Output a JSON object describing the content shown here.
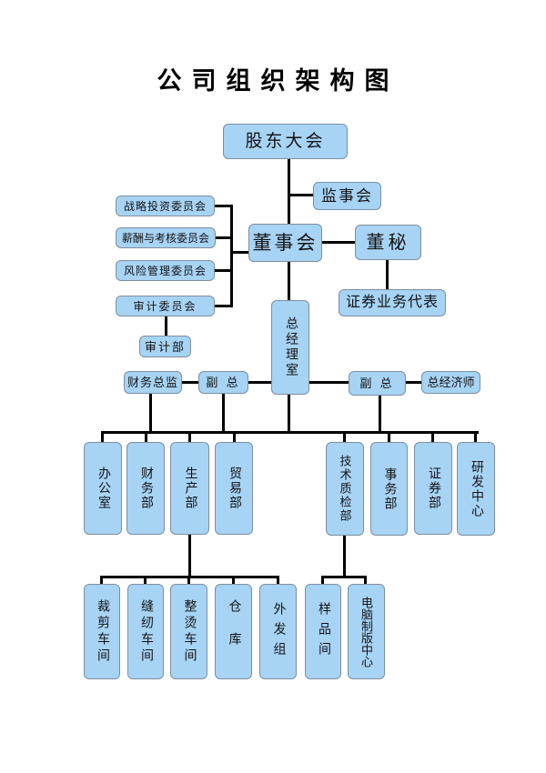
{
  "title": "公司组织架构图",
  "colors": {
    "box_fill": "#a7d3f5",
    "box_border": "#7e8fa0",
    "line": "#000000"
  },
  "nodes": {
    "shareholders": "股东大会",
    "supervisory_board": "监事会",
    "board_of_directors": "董事会",
    "board_secretary": "董秘",
    "securities_rep": "证券业务代表",
    "strategy_committee": "战略投资委员会",
    "compensation_committee": "薪酬与考核委员会",
    "risk_committee": "风险管理委员会",
    "audit_committee": "审计委员会",
    "audit_dept": "审计部",
    "cfo": "财务总监",
    "vice_gm_left": "副 总",
    "gm_office": "总经理室",
    "vice_gm_right": "副 总",
    "chief_economist": "总经济师",
    "office": "办公室",
    "finance_dept": "财务部",
    "production_dept": "生产部",
    "trade_dept": "贸易部",
    "qc_dept": "技术质检部",
    "affairs_dept": "事务部",
    "securities_dept": "证券部",
    "rd_center": "研发中心",
    "cutting_workshop": "裁剪车间",
    "sewing_workshop": "缝纫车间",
    "ironing_workshop": "整烫车间",
    "warehouse": "仓库",
    "outsourcing_group": "外发组",
    "sample_room": "样品间",
    "cad_center": "电脑制版中心"
  },
  "edges": [
    [
      "shareholders",
      "board_of_directors"
    ],
    [
      "shareholders",
      "supervisory_board"
    ],
    [
      "board_of_directors",
      "board_secretary"
    ],
    [
      "board_secretary",
      "securities_rep"
    ],
    [
      "board_of_directors",
      "strategy_committee"
    ],
    [
      "board_of_directors",
      "compensation_committee"
    ],
    [
      "board_of_directors",
      "risk_committee"
    ],
    [
      "board_of_directors",
      "audit_committee"
    ],
    [
      "audit_committee",
      "audit_dept"
    ],
    [
      "board_of_directors",
      "gm_office"
    ],
    [
      "gm_office",
      "cfo"
    ],
    [
      "gm_office",
      "vice_gm_left"
    ],
    [
      "gm_office",
      "vice_gm_right"
    ],
    [
      "vice_gm_right",
      "chief_economist"
    ],
    [
      "gm_office",
      "office"
    ],
    [
      "gm_office",
      "finance_dept"
    ],
    [
      "gm_office",
      "production_dept"
    ],
    [
      "gm_office",
      "trade_dept"
    ],
    [
      "gm_office",
      "qc_dept"
    ],
    [
      "gm_office",
      "affairs_dept"
    ],
    [
      "gm_office",
      "securities_dept"
    ],
    [
      "gm_office",
      "rd_center"
    ],
    [
      "production_dept",
      "cutting_workshop"
    ],
    [
      "production_dept",
      "sewing_workshop"
    ],
    [
      "production_dept",
      "ironing_workshop"
    ],
    [
      "production_dept",
      "warehouse"
    ],
    [
      "production_dept",
      "outsourcing_group"
    ],
    [
      "qc_dept",
      "sample_room"
    ],
    [
      "qc_dept",
      "cad_center"
    ]
  ]
}
